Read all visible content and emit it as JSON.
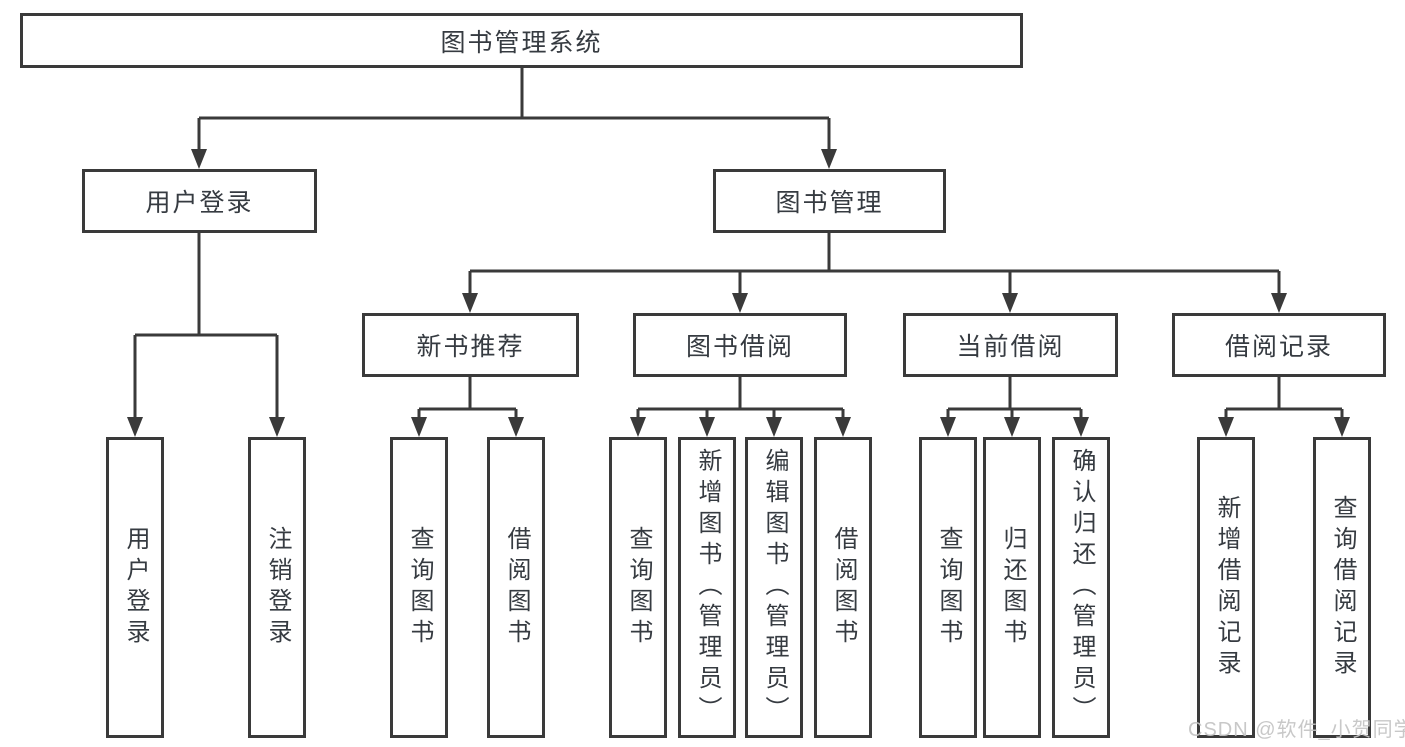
{
  "tree": {
    "root": {
      "label": "图书管理系统",
      "children": [
        {
          "label": "用户登录",
          "children": [
            {
              "label": "用户登录"
            },
            {
              "label": "注销登录"
            }
          ]
        },
        {
          "label": "图书管理",
          "children": [
            {
              "label": "新书推荐",
              "children": [
                {
                  "label": "查询图书"
                },
                {
                  "label": "借阅图书"
                }
              ]
            },
            {
              "label": "图书借阅",
              "children": [
                {
                  "label": "查询图书"
                },
                {
                  "label": "新增图书（管理员）"
                },
                {
                  "label": "编辑图书（管理员）"
                },
                {
                  "label": "借阅图书"
                }
              ]
            },
            {
              "label": "当前借阅",
              "children": [
                {
                  "label": "查询图书"
                },
                {
                  "label": "归还图书"
                },
                {
                  "label": "确认归还（管理员）"
                }
              ]
            },
            {
              "label": "借阅记录",
              "children": [
                {
                  "label": "新增借阅记录"
                },
                {
                  "label": "查询借阅记录"
                }
              ]
            }
          ]
        }
      ]
    }
  },
  "watermark": {
    "text": "CSDN @软件_小贺同学"
  },
  "colors": {
    "line": "#3a3a3a",
    "box_border": "#3a3a3a",
    "text": "#363b41",
    "background": "#ffffff",
    "watermark": "#c3c3c3"
  }
}
